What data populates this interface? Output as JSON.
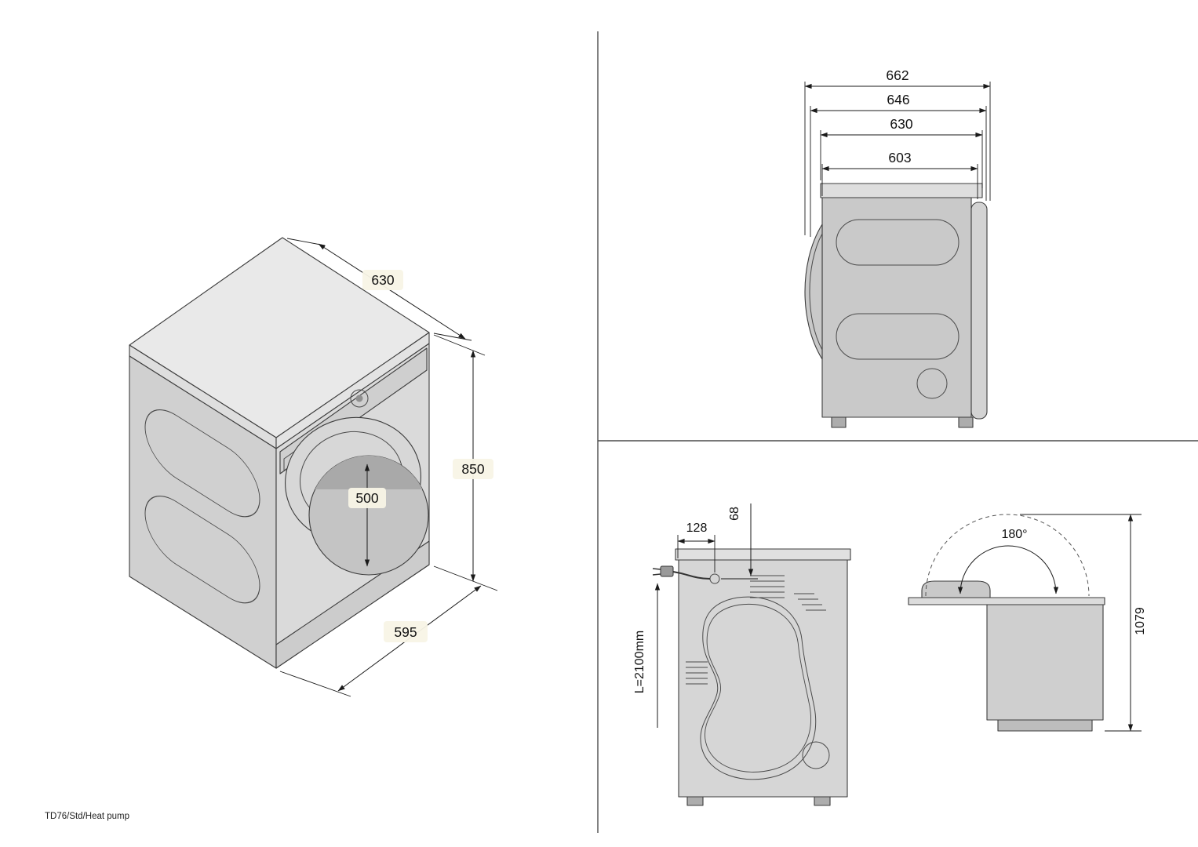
{
  "page": {
    "footer_model": "TD76/Std/Heat pump"
  },
  "isometric_view": {
    "top_depth_mm": "630",
    "height_mm": "850",
    "door_diameter_mm": "500",
    "width_mm": "595"
  },
  "side_view": {
    "dim_1": "662",
    "dim_2": "646",
    "dim_3": "630",
    "dim_4": "603"
  },
  "rear_view": {
    "cord_offset_left_mm": "128",
    "cord_offset_top_mm": "68",
    "cord_length": "L=2100mm"
  },
  "lid_view": {
    "lid_opening_angle": "180°",
    "height_lid_open_mm": "1079"
  }
}
